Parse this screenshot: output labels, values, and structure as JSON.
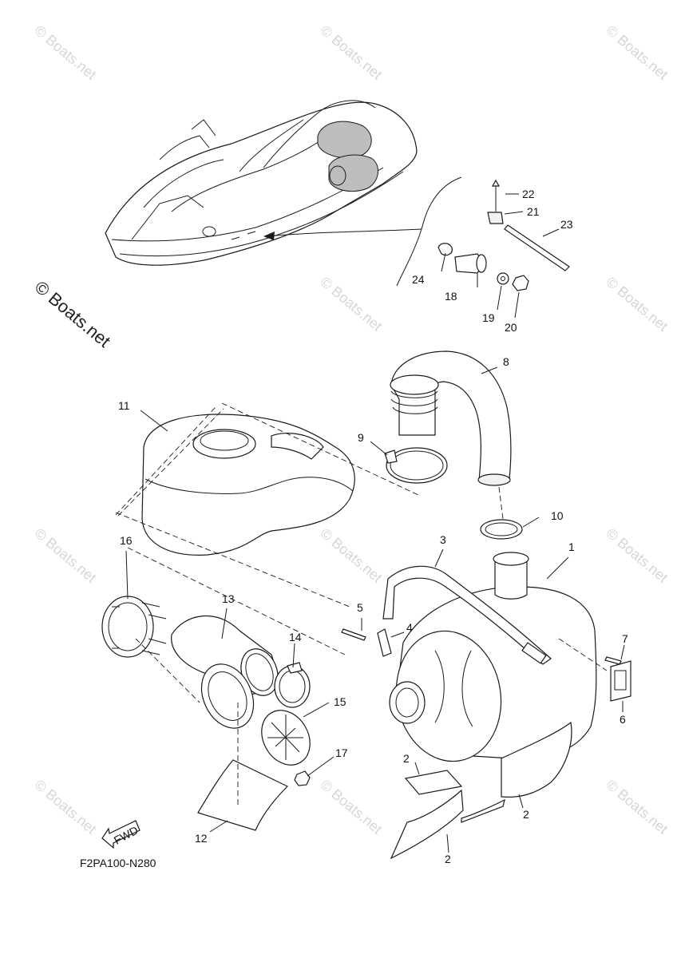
{
  "watermark": "© Boats.net",
  "copyright": "© Boats.net",
  "diagram_code": "F2PA100-N280",
  "fwd_label": "FWD",
  "callouts": {
    "p1": "1",
    "p2a": "2",
    "p2b": "2",
    "p2c": "2",
    "p3": "3",
    "p4": "4",
    "p5": "5",
    "p6": "6",
    "p7": "7",
    "p8": "8",
    "p9": "9",
    "p10": "10",
    "p11": "11",
    "p12": "12",
    "p13": "13",
    "p14": "14",
    "p15": "15",
    "p16": "16",
    "p17": "17",
    "p18": "18",
    "p19": "19",
    "p20": "20",
    "p21": "21",
    "p22": "22",
    "p23": "23",
    "p24": "24"
  }
}
